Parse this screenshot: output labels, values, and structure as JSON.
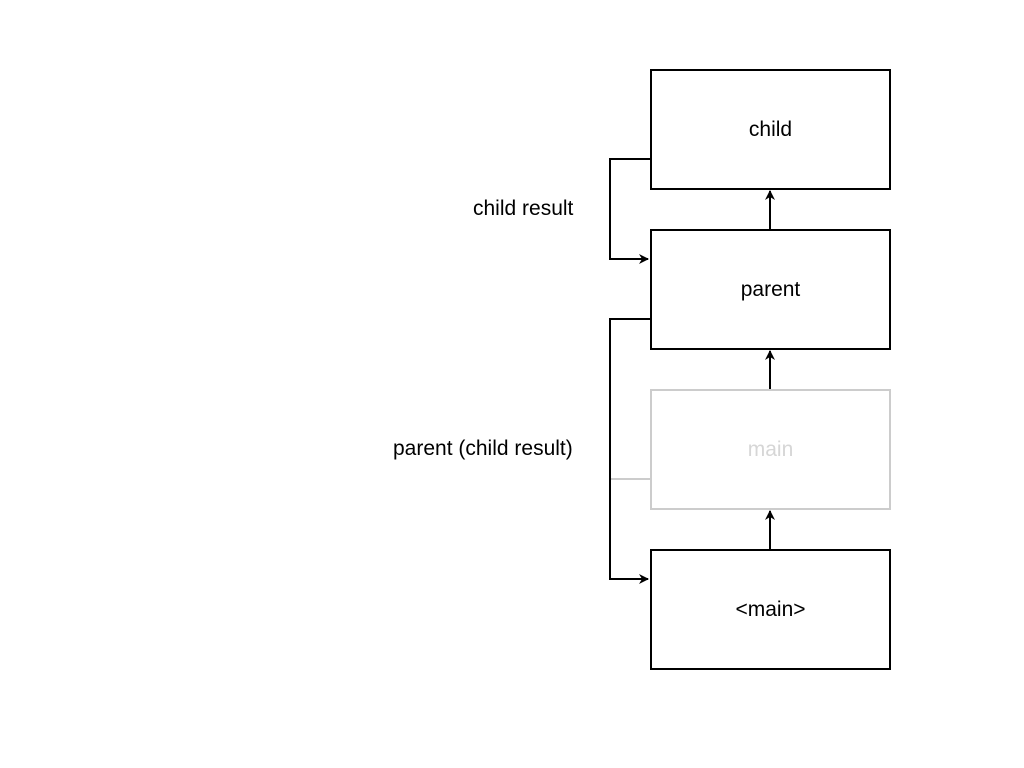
{
  "nodes": {
    "child": {
      "label": "child"
    },
    "parent": {
      "label": "parent"
    },
    "main": {
      "label": "main",
      "state": "faded"
    },
    "main_frame": {
      "label": "<main>"
    }
  },
  "edges": {
    "child_result": {
      "label": "child result"
    },
    "parent_child_result": {
      "label": "parent (child result)"
    }
  },
  "colors": {
    "stroke": "#000000",
    "faded_stroke": "#cccccc",
    "faded_text": "#d6d6d6",
    "background": "#ffffff"
  }
}
